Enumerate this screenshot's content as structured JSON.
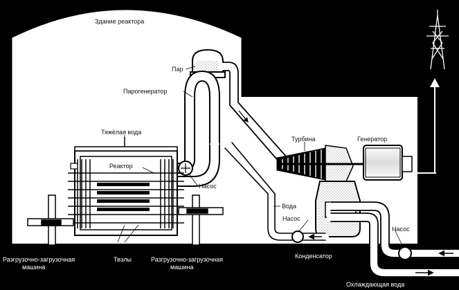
{
  "colors": {
    "background": "#000000",
    "building": "#ffffff",
    "line": "#000000",
    "label_text": "#111111",
    "pipe_fill": "#ffffff",
    "steam_fill": "#e8e8e8"
  },
  "labels": {
    "building": "Здание реактора",
    "steam": "Пар",
    "steam_generator": "Парогенератор",
    "heavy_water": "Тяжёлая вода",
    "reactor": "Реактор",
    "pump_primary": "Насос",
    "turbine": "Турбина",
    "generator": "Генератор",
    "water": "Вода",
    "pump_feed": "Насос",
    "pump_cooling": "Насос",
    "condenser": "Конденсатор",
    "fuel_left": "Разгрузочно-загрузочная машина",
    "fuel_right": "Разгрузочно-загрузочная машина",
    "tubes": "Твэлы",
    "cooling_water": "Охлаждающая вода"
  },
  "icons": {
    "power_tower": "transmission-tower-icon",
    "flow_arrow": "arrow-icon",
    "pump": "pump-icon"
  }
}
